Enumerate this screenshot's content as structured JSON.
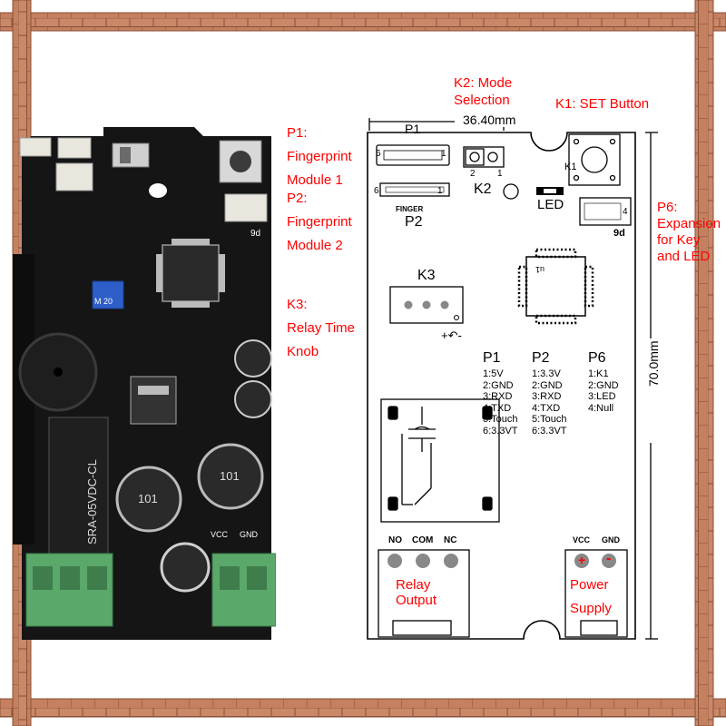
{
  "callouts": {
    "p1": "P1:\nFingerprint\nModule 1",
    "p2": "P2:\nFingerprint\nModule 2",
    "k3": "K3:\nRelay Time\nKnob",
    "k2": "K2: Mode\nSelection",
    "k1": "K1: SET Button",
    "p6": "P6:\nExpansion\nfor Key\nand LED"
  },
  "schematic": {
    "width_dim": "36.40mm",
    "height_dim": "70.0mm",
    "p1_label": "P1",
    "p1_pin_left": "6",
    "p1_pin_right": "1",
    "k2_label": "K2",
    "k2_pin_left": "2",
    "k2_pin_right": "1",
    "k1_label": "K1",
    "led_label": "LED",
    "finger_label": "FINGER",
    "p2_label": "P2",
    "p2_pin_left": "6",
    "p2_pin_right": "1",
    "p6_pin_right": "4",
    "p6_label": "9d",
    "chip_label": "u1",
    "k3_label": "K3",
    "k3_pot_symbol": "+↶-",
    "pins": [
      {
        "title": "P1",
        "items": [
          "1:5V",
          "2:GND",
          "3:RXD",
          "4:TXD",
          "5:Touch",
          "6:3.3VT"
        ]
      },
      {
        "title": "P2",
        "items": [
          "1:3.3V",
          "2:GND",
          "3:RXD",
          "4:TXD",
          "5:Touch",
          "6:3.3VT"
        ]
      },
      {
        "title": "P6",
        "items": [
          "1:K1",
          "2:GND",
          "3:LED",
          "4:Null"
        ]
      }
    ],
    "relay_terminals": [
      "NO",
      "COM",
      "NC"
    ],
    "relay_caption": "Relay\nOutput",
    "power_terminals": [
      "VCC",
      "GND"
    ],
    "power_signs": [
      "+",
      "-"
    ],
    "power_caption": "Power\nSupply"
  },
  "photo": {
    "relay_text": "SRA-05VDC-CL",
    "inductor_text": "101",
    "pot_text": "M 20",
    "conn_label": "9d",
    "vcc": "VCC",
    "gnd": "GND"
  },
  "colors": {
    "frame": "#c4805f",
    "frame_dark": "#8a5038",
    "pcb": "#151515",
    "terminal": "#5aa86a",
    "callout": "#ff0000",
    "line": "#000000"
  }
}
